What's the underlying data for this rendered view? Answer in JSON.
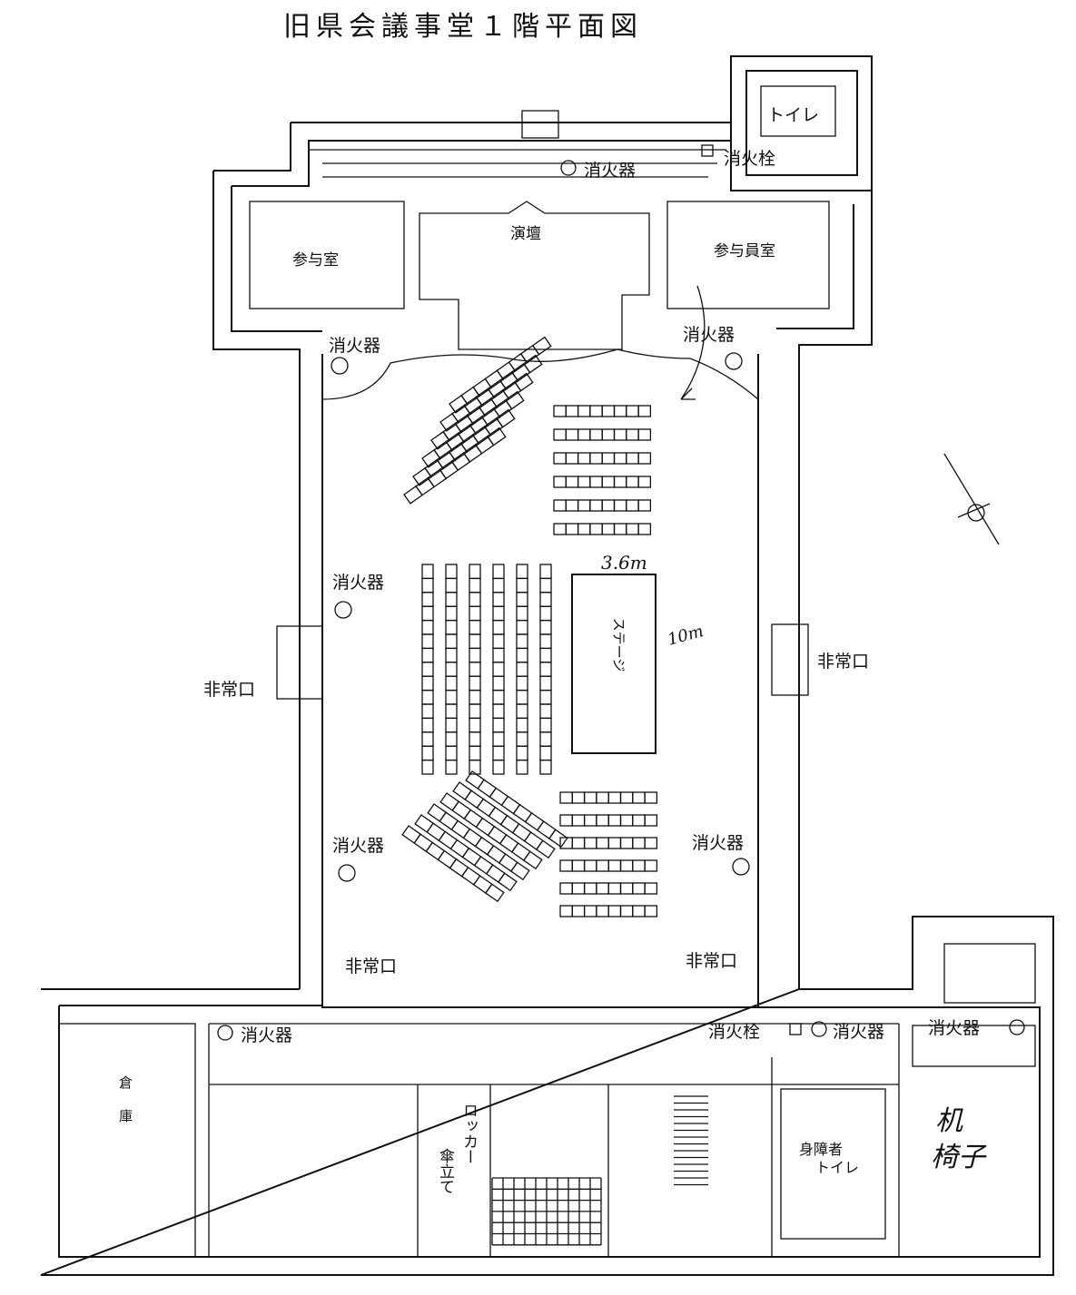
{
  "title": "旧県会議事堂１階平面図",
  "rooms": {
    "toilet_top": "トイレ",
    "podium": "演壇",
    "councilor_room": "参与室",
    "councilor_staff_room": "参与員室",
    "stage": "ステージ",
    "storage": "倉庫",
    "locker": "ロッカー",
    "umbrella": "傘立て",
    "accessible_toilet_1": "身障者",
    "accessible_toilet_2": "トイレ"
  },
  "equipment": {
    "hydrant_top": "消火栓",
    "ext_top": "消火器",
    "ext_hall_top_left": "消火器",
    "ext_hall_top_right": "消火器",
    "ext_hall_mid_left": "消火器",
    "ext_hall_low_left": "消火器",
    "ext_hall_low_right": "消火器",
    "ext_corridor_left": "消火器",
    "hydrant_corridor": "消火栓",
    "ext_corridor_mid": "消火器",
    "ext_corridor_right": "消火器"
  },
  "exits": {
    "left": "非常口",
    "right": "非常口",
    "bottom_left": "非常口",
    "bottom_right": "非常口"
  },
  "annotations": {
    "stage_width": "3.6m",
    "stage_length": "10m",
    "desk": "机",
    "chair": "椅子"
  }
}
